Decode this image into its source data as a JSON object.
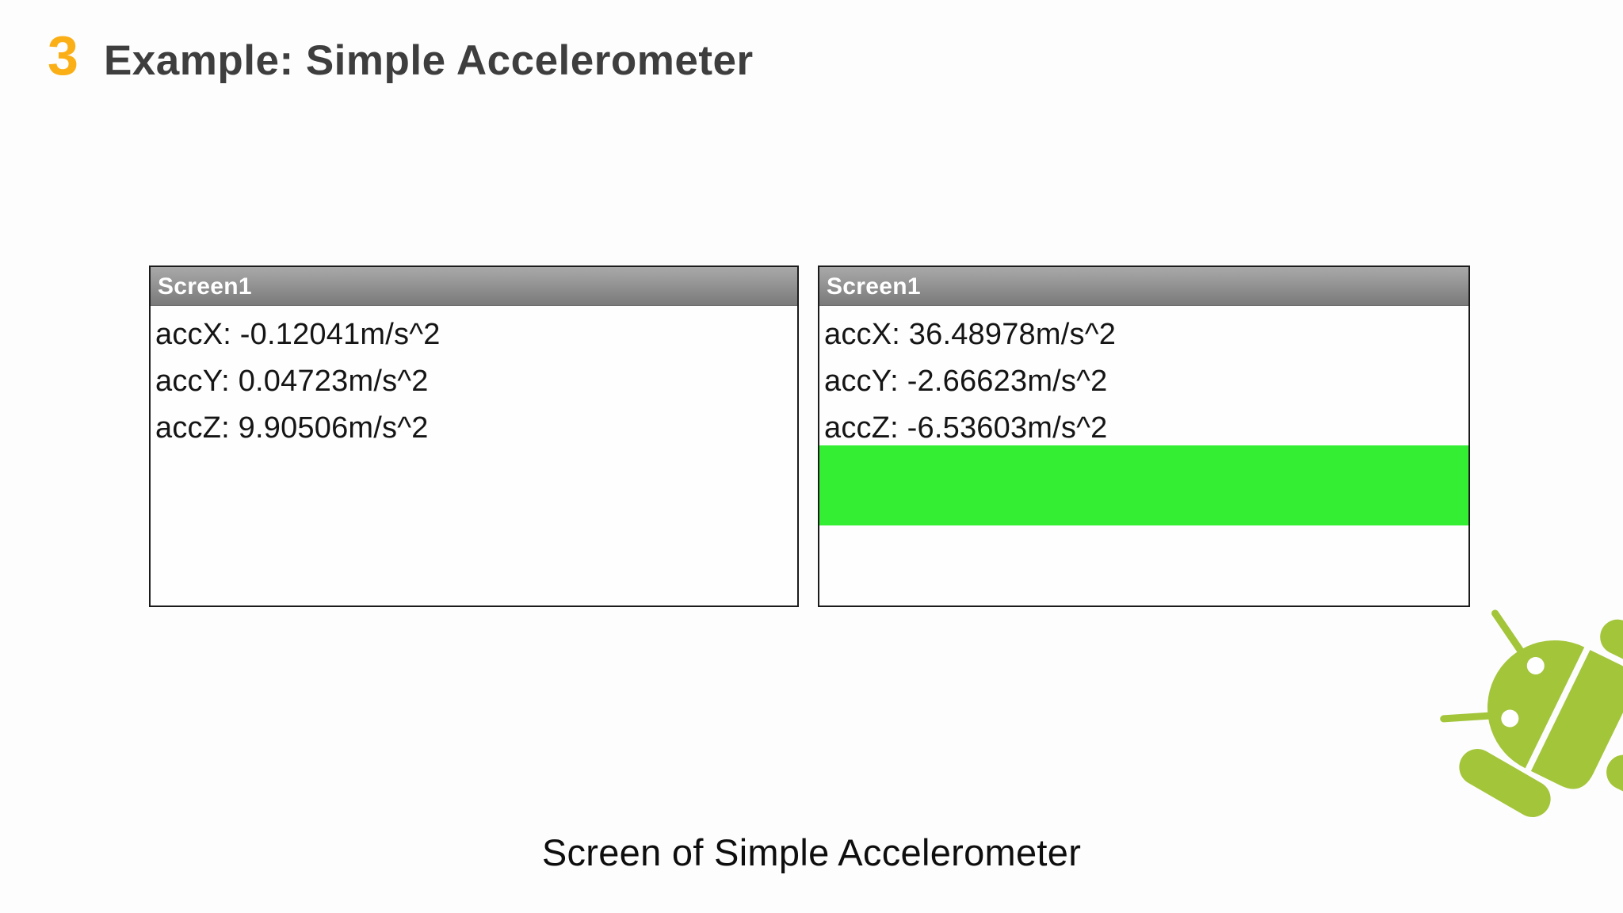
{
  "slide": {
    "slide_number": "3",
    "title": "Example: Simple Accelerometer",
    "caption": "Screen of Simple Accelerometer"
  },
  "app_screens": [
    {
      "titlebar_title": "Screen1",
      "readings": [
        "accX: -0.12041m/s^2",
        "accY: 0.04723m/s^2",
        "accZ: 9.90506m/s^2"
      ]
    },
    {
      "titlebar_title": "Screen1",
      "readings": [
        "accX: 36.48978m/s^2",
        "accY: -2.66623m/s^2",
        "accZ: -6.53603m/s^2"
      ],
      "indicator_color": "#33EE33"
    }
  ],
  "colors": {
    "slide_number_accent": "#FBAF17",
    "title_text": "#3E3E3E",
    "titlebar_gray": "#8F8F8F",
    "indicator_green": "#33EE33",
    "android_green": "#A3C53A"
  }
}
